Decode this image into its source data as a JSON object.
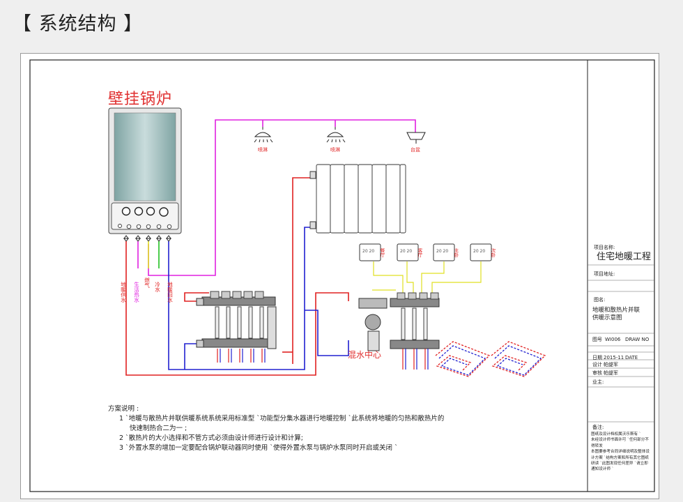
{
  "header": {
    "title": "【 系统结构 】"
  },
  "boiler": {
    "title": "壁挂锅炉"
  },
  "fixtures": {
    "shower1": "喷淋",
    "shower2": "喷淋",
    "basin": "台盆"
  },
  "pipes": {
    "floor_supply": "地暖供水",
    "dhw_out": "生活热水",
    "gas": "燃气",
    "cold_in": "冷水",
    "floor_return": "地暖回水"
  },
  "rooms": [
    "餐厅",
    "客厅",
    "主卧",
    "次卧"
  ],
  "mixing": {
    "label": "混水中心"
  },
  "notes": {
    "title": "方案说明 :",
    "items": [
      {
        "num": "1",
        "text": "`地暖与散热片并联供暖系统系统采用标准型 `功能型分集水器进行地暖控制 `此系统将地暖的匀热和散热片的"
      },
      {
        "num": "",
        "text": "快速制热合二为一 ;"
      },
      {
        "num": "2",
        "text": "`散热片的大小选择和不管方式必须由设计师进行设计和计算;"
      },
      {
        "num": "3",
        "text": "`外置水泵的增加一定要配合锅炉联动器同时使用 `使得外置水泵与锅炉水泵同时开启或关闭 `"
      }
    ]
  },
  "title_block": {
    "project_name_label": "项目名称:",
    "project_name": "住宅地暖工程",
    "project_addr_label": "项目地址:",
    "drawing_name_label": "图名:",
    "drawing_name": "地暖和散热片并联\n供暖示意图",
    "drawing_no_label": "图号",
    "drawing_no": "WI006",
    "drawn_no": "DRAW NO",
    "date_label": "日期",
    "date": "2015-11",
    "date_en": "DATE",
    "design_label": "设计",
    "design": "帕缇军",
    "review_label": "审核",
    "review": "帕缇军",
    "engineer_label": "业主:",
    "remarks_label": "备注:",
    "remarks": "图纸及设计档权属沃乐斯有 `\n未经设计师书面许可 `任何部分不\n得转发\n本图要参考合同详细说明及整体设\n计方案 `结构方案和所有其它图纸\n研读 `此图发现任何差异 `请立即\n通知设计师 `"
  },
  "colors": {
    "supply": "#e02020",
    "return": "#2020d0",
    "dhw": "#e020e0",
    "gas": "#e0e020",
    "cold": "#20c020",
    "border": "#222222"
  }
}
